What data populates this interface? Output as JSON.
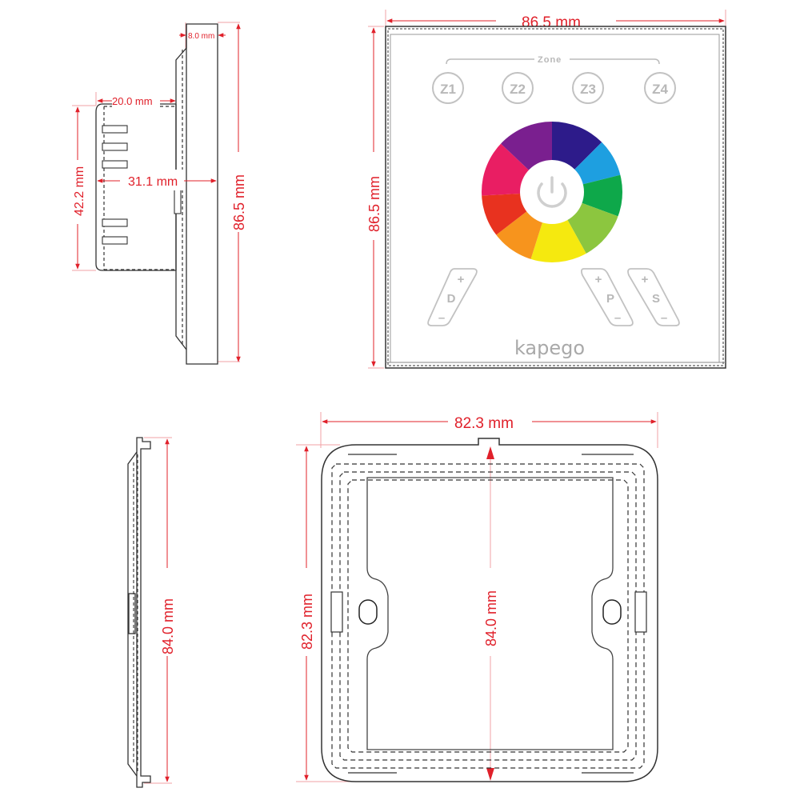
{
  "diagram": {
    "subject": "Wall panel RGB touch controller dimensions",
    "colors": {
      "dimension": "#e0202a",
      "extension_line": "#f0a0a4",
      "outline": "#333333",
      "panel_graphic": "#b8b8b8",
      "background": "#ffffff"
    },
    "side_view_top": {
      "dims": {
        "front_thickness": "8.0 mm",
        "box_depth": "20.0 mm",
        "total_depth": "31.1 mm",
        "box_height": "42.2 mm",
        "panel_height": "86.5 mm"
      }
    },
    "front_view": {
      "dims": {
        "width": "86.5 mm",
        "height": "86.5 mm"
      },
      "zone_label": "Zone",
      "zone_buttons": [
        "Z1",
        "Z2",
        "Z3",
        "Z4"
      ],
      "center_button": "power-icon",
      "color_wheel": [
        "#3a1a86",
        "#1e9fe0",
        "#0ea84a",
        "#9ccc2a",
        "#f5e90f",
        "#f7941d",
        "#e8321f",
        "#e91e63",
        "#8e1f8a"
      ],
      "sliders": [
        {
          "label": "D",
          "plus": "+",
          "minus": "–"
        },
        {
          "label": "P",
          "plus": "+",
          "minus": "–"
        },
        {
          "label": "S",
          "plus": "+",
          "minus": "–"
        }
      ],
      "brand": "kapego"
    },
    "side_view_bottom": {
      "dims": {
        "height": "84.0 mm"
      }
    },
    "frame_view": {
      "dims": {
        "width": "82.3 mm",
        "height_outer": "82.3 mm",
        "height_inner": "84.0 mm"
      }
    }
  }
}
